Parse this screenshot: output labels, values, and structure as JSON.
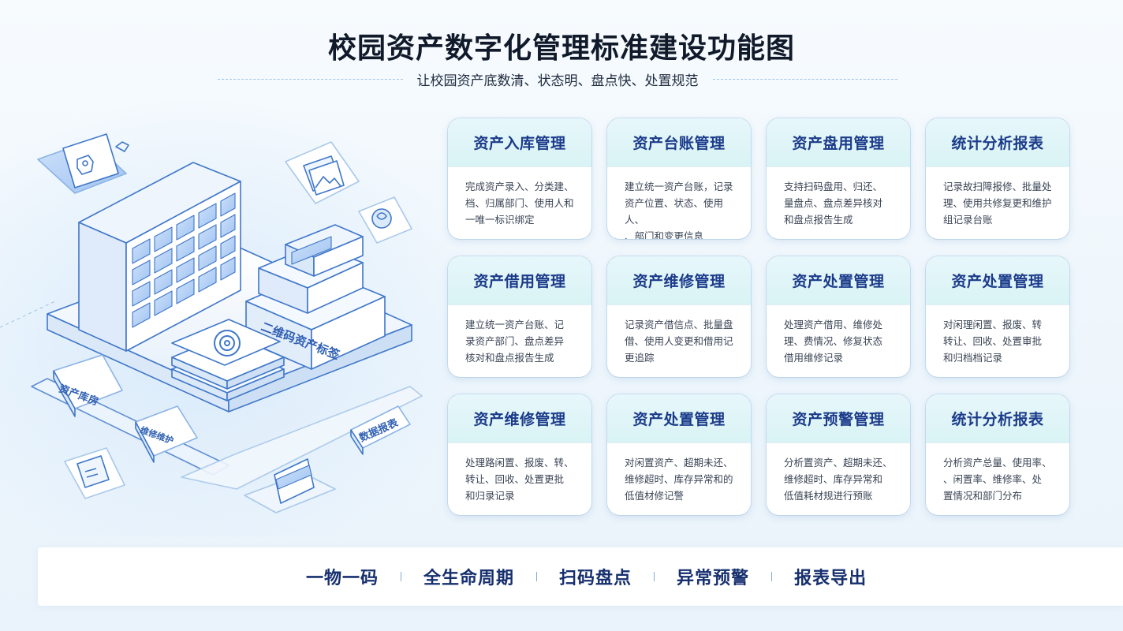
{
  "header": {
    "title": "校园资产数字化管理标准建设功能图",
    "subtitle": "让校园资产底数清、状态明、盘点快、处置规范"
  },
  "illustration": {
    "labels": {
      "tag": "二维码资产标签",
      "inventory": "资产库房",
      "repair": "维修维护",
      "report": "数据报表"
    }
  },
  "cards": [
    {
      "title": "资产入库管理",
      "desc": [
        "完成资产录入、分类建、",
        "档、归属部门、使用人和",
        "一唯一标识绑定"
      ]
    },
    {
      "title": "资产台账管理",
      "desc": [
        "建立统一资产台账，记录",
        "资产位置、状态、使用人、",
        "、部门和变更信息"
      ]
    },
    {
      "title": "资产盘用管理",
      "desc": [
        "支持扫码盘用、归还、",
        "量盘点、盘点差异核对",
        "和盘点报告生成"
      ]
    },
    {
      "title": "统计分析报表",
      "desc": [
        "记录故扫障报修、批量处",
        "理、使用共修复更和维护",
        "组记录台账"
      ]
    },
    {
      "title": "资产借用管理",
      "desc": [
        "建立统一资产台账、记",
        "录资产部门、盘点差异",
        "核对和盘点报告生成"
      ]
    },
    {
      "title": "资产维修管理",
      "desc": [
        "记录资产借信点、批量盘",
        "借、使用人变更和借用记",
        "更追踪"
      ]
    },
    {
      "title": "资产处置管理",
      "desc": [
        "处理资产借用、维修处",
        "理、费情况、修复状态",
        "借用维修记录"
      ]
    },
    {
      "title": "资产处置管理",
      "desc": [
        "对闲理闲置、报废、转",
        "转让、回收、处置审批",
        "和归档档记录"
      ]
    },
    {
      "title": "资产维修管理",
      "desc": [
        "处理路闲置、报废、转、",
        "转让、回收、处置更批",
        "和归录记录"
      ]
    },
    {
      "title": "资产处置管理",
      "desc": [
        "对闲置资产、超期未还、",
        "维修超时、库存异常和的",
        "低值材修记警"
      ]
    },
    {
      "title": "资产预警管理",
      "desc": [
        "分析置资产、超期未还、",
        "维修超时、库存异常和",
        "低值耗材规进行预账"
      ]
    },
    {
      "title": "统计分析报表",
      "desc": [
        "分析资产总量、使用率、",
        "、闲置率、维修率、处",
        "置情况和部门分布"
      ]
    }
  ],
  "features": [
    "一物一码",
    "全生命周期",
    "扫码盘点",
    "异常预警",
    "报表导出"
  ],
  "colors": {
    "card_title": "#1b3b8a",
    "feature_text": "#162f6e",
    "card_head": "#dff5f7",
    "line_blue": "#3f77c9"
  }
}
